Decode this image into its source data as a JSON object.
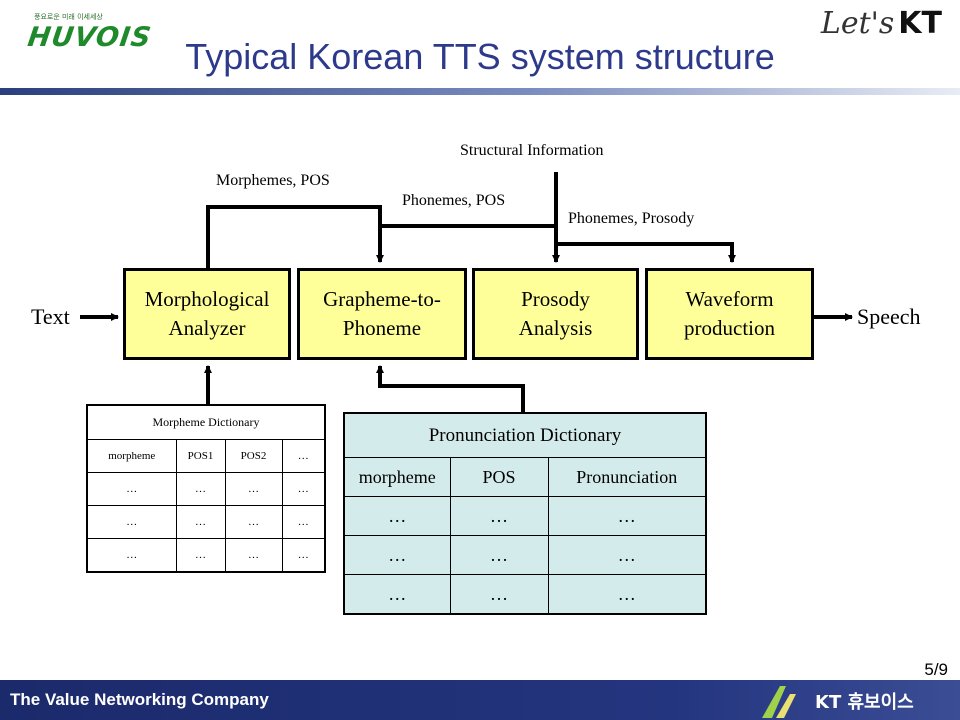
{
  "header": {
    "title": "Typical Korean TTS system structure",
    "logo_left_brand": "HUVOIS",
    "logo_left_tagline": "풍요로운 미래 이세세상",
    "logo_right_lets": "Let's",
    "logo_right_kt": "KT"
  },
  "diagram": {
    "input_label": "Text",
    "output_label": "Speech",
    "modules": [
      {
        "label": "Morphological\nAnalyzer"
      },
      {
        "label": "Grapheme-to-\nPhoneme"
      },
      {
        "label": "Prosody\nAnalysis"
      },
      {
        "label": "Waveform\nproduction"
      }
    ],
    "flow_labels": {
      "morphemes_pos": "Morphemes, POS",
      "phonemes_pos": "Phonemes, POS",
      "structural_info": "Structural Information",
      "phonemes_prosody": "Phonemes, Prosody"
    },
    "morpheme_dictionary": {
      "caption": "Morpheme Dictionary",
      "headers": [
        "morpheme",
        "POS1",
        "POS2",
        "…"
      ],
      "rows": [
        [
          "…",
          "…",
          "…",
          "…"
        ],
        [
          "…",
          "…",
          "…",
          "…"
        ],
        [
          "…",
          "…",
          "…",
          "…"
        ]
      ]
    },
    "pronunciation_dictionary": {
      "caption": "Pronunciation Dictionary",
      "headers": [
        "morpheme",
        "POS",
        "Pronunciation"
      ],
      "rows": [
        [
          "…",
          "…",
          "…"
        ],
        [
          "…",
          "…",
          "…"
        ],
        [
          "…",
          "…",
          "…"
        ]
      ]
    }
  },
  "footer": {
    "company_slogan": "The Value Networking Company",
    "page_number": "5/9",
    "logo_text": "KT 휴보이스"
  },
  "colors": {
    "title": "#2d3a8c",
    "module_fill": "#ffff99",
    "pron_dict_fill": "#d4ebeb",
    "footer_bar": "#1b2a6b",
    "left_logo": "#1f8a2c"
  }
}
